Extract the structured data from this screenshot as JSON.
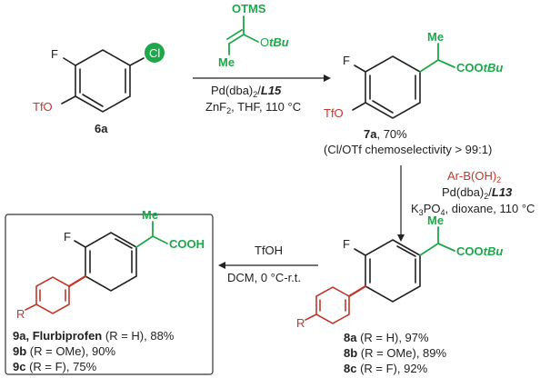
{
  "colors": {
    "green": "#1ea84a",
    "red": "#c0392b",
    "ink": "#222222"
  },
  "compound_6a": {
    "label": "6a",
    "sub_F": "F",
    "sub_Cl": "Cl",
    "sub_TfO": "TfO"
  },
  "reagent_silyl": {
    "otms": "OTMS",
    "o": "O",
    "tbu": "tBu",
    "me": "Me"
  },
  "step1": {
    "cat_a": "Pd(dba)",
    "cat_sub": "2",
    "cat_b": "/",
    "ligand": "L15",
    "cond": "ZnF",
    "cond_sub": "2",
    "cond_b": ", THF, 110 °C"
  },
  "compound_7a": {
    "me": "Me",
    "ester_a": "COO",
    "ester_b": "tBu",
    "sub_F": "F",
    "sub_TfO": "TfO",
    "label": "7a",
    "yield": ", 70%",
    "note": "(Cl/OTf chemoselectivity > 99:1)"
  },
  "step2": {
    "reagent_a": "Ar-B(OH)",
    "reagent_sub": "2",
    "cat_a": "Pd(dba)",
    "cat_sub": "2",
    "cat_b": "/",
    "ligand": "L13",
    "base_a": "K",
    "base_sub1": "3",
    "base_b": "PO",
    "base_sub2": "4",
    "base_c": ", dioxane, 110 °C"
  },
  "compound_8": {
    "me": "Me",
    "ester_a": "COO",
    "ester_b": "tBu",
    "sub_F": "F",
    "sub_R": "R",
    "results": [
      {
        "id": "8a",
        "cond": " (R = H), 97%"
      },
      {
        "id": "8b",
        "cond": " (R = OMe), 89%"
      },
      {
        "id": "8c",
        "cond": " (R = F), 92%"
      }
    ]
  },
  "step3": {
    "reagent": "TfOH",
    "cond": "DCM, 0 °C-r.t."
  },
  "compound_9": {
    "me": "Me",
    "acid": "COOH",
    "sub_F": "F",
    "sub_R": "R",
    "results": [
      {
        "id": "9a",
        "name": ", Flurbiprofen",
        "cond": " (R = H), 88%"
      },
      {
        "id": "9b",
        "name": "",
        "cond": " (R = OMe), 90%"
      },
      {
        "id": "9c",
        "name": "",
        "cond": " (R = F), 75%"
      }
    ]
  }
}
